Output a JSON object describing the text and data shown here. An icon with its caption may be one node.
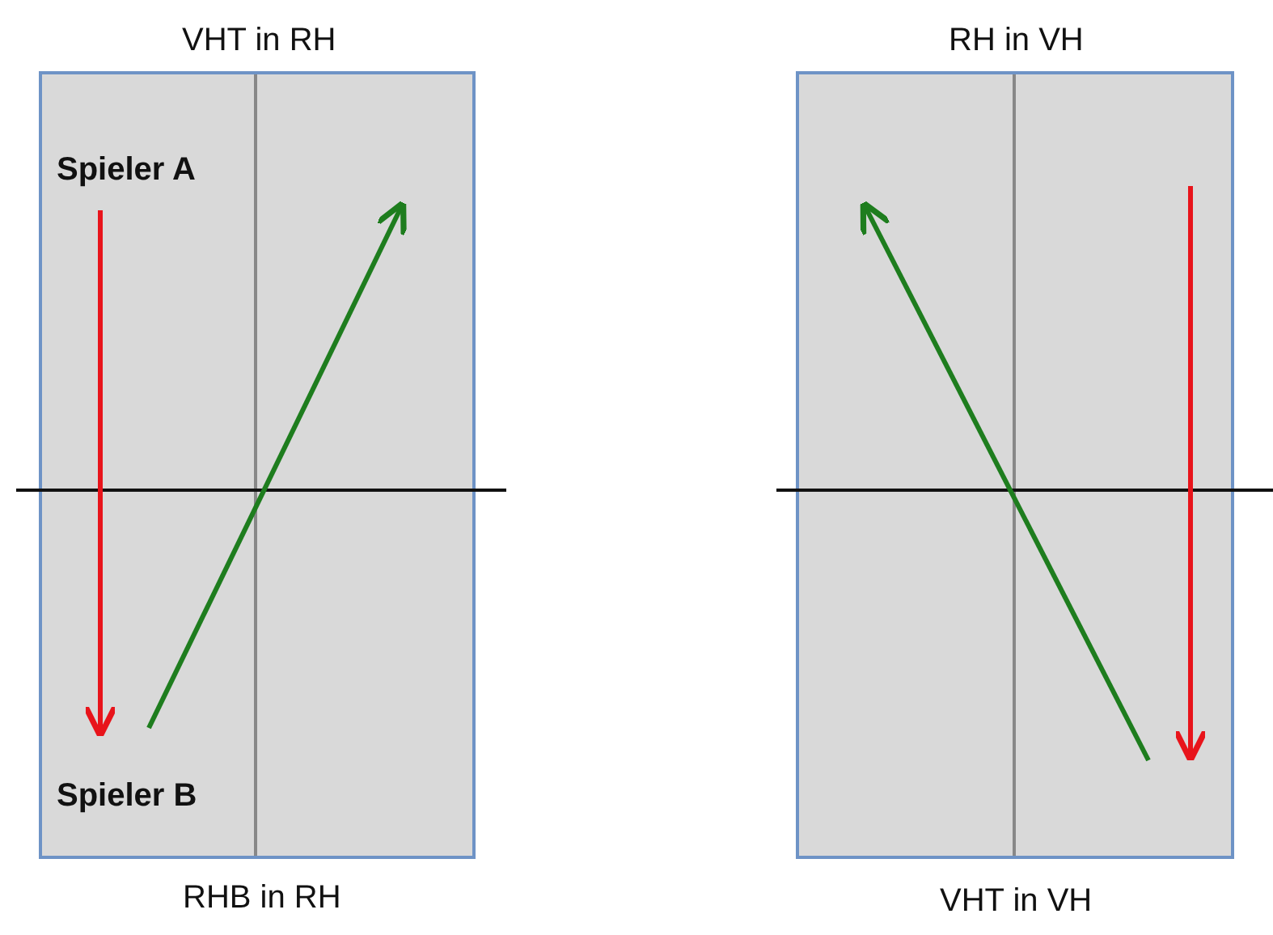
{
  "diagram": {
    "labels": [
      "VHT in RH",
      "RH in VH",
      "Spieler A",
      "Spieler B",
      "RHB in RH",
      "VHT in VH"
    ]
  }
}
